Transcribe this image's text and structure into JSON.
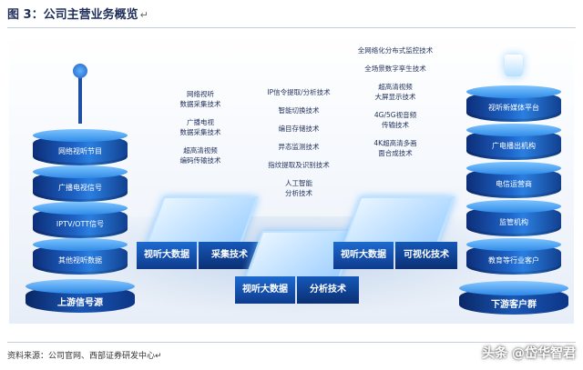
{
  "figure": {
    "title": "图 3：公司主营业务概览",
    "title_mark": "↵",
    "source": "资料来源：公司官网、西部证券研发中心↵"
  },
  "left_tower": {
    "segments": [
      "网络视听节目",
      "广播电视信号",
      "IPTV/OTT信号",
      "其他视听数据"
    ],
    "base_label": "上游信号源"
  },
  "right_tower": {
    "segments": [
      "视听新媒体平台",
      "广电播出机构",
      "电信运营商",
      "监管机构",
      "教育等行业客户"
    ],
    "base_label": "下游客户群"
  },
  "platforms": {
    "left": {
      "side_left": "视听大数据",
      "side_right": "采集技术"
    },
    "center": {
      "side_left": "视听大数据",
      "side_right": "分析技术"
    },
    "right": {
      "side_left": "视听大数据",
      "side_right": "可视化技术"
    }
  },
  "tech_lists": {
    "left": [
      "网络视听\n数据采集技术",
      "广播电视\n数据采集技术",
      "超高清视频\n编码传输技术"
    ],
    "center": [
      "IP信令提取/分析技术",
      "智能切换技术",
      "编目存储技术",
      "异态监测技术",
      "指纹提取及识别技术",
      "人工智能\n分析技术"
    ],
    "right": [
      "全网络化分布式监控技术",
      "全场景数字孪生技术",
      "超高清视频\n大屏显示技术",
      "4G/5G视音频\n传输技术",
      "4K超高清多画\n面合成技术"
    ]
  },
  "watermark": "头条 @岱华智君",
  "colors": {
    "primary_blue": "#1e64c7",
    "dark_blue": "#0d2e79",
    "title": "#1f2f5a"
  }
}
